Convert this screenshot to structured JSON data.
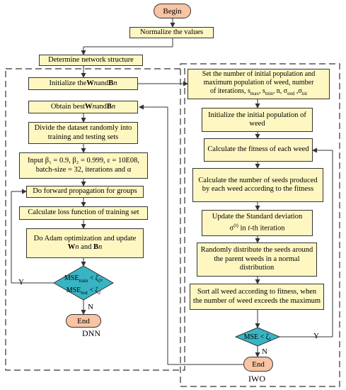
{
  "begin": "Begin",
  "normalize": "Normalize the values",
  "determine": "Determine network structure",
  "dnn": {
    "label": "DNN",
    "init": [
      "Initialize the ",
      "W",
      "n",
      " and ",
      "B",
      "n"
    ],
    "best": [
      "Obtain best ",
      "W",
      "n",
      " and ",
      "B",
      "n"
    ],
    "divide": "Divide the dataset randomly into training and testing sets",
    "input_line1": "Input β₁ = 0.9, β₂ = 0.999, ε = 10E08,",
    "input_line2": "batch-size = 32, iterations and α",
    "forward": "Do forward propagation for groups",
    "loss": "Calculate loss function of training set",
    "adam_line1": "Do Adam optimization and update",
    "adam_line2": [
      "W",
      "n",
      " and ",
      "B",
      "n"
    ],
    "cond_line1": [
      "MSE",
      "train",
      " < ζ",
      "2",
      ","
    ],
    "cond_line2": [
      "MSE",
      "test",
      " < ζ",
      "2"
    ],
    "yes": "Y",
    "no": "N",
    "end": "End"
  },
  "iwo": {
    "label": "IWO",
    "set_line1": "Set the number of initial population and",
    "set_line2": "maximum population of weed, number",
    "set_line3": [
      "of iterations, s",
      "max",
      ", s",
      "min",
      ", n, σ",
      "end",
      " ,σ",
      "ini"
    ],
    "init_pop": "Initialize the initial population of weed",
    "fitness": "Calculate the fitness of each weed",
    "seeds": "Calculate the number of seeds produced by each weed according to the fitness",
    "std_line1": "Update the Standard deviation",
    "std_line2": [
      "σ",
      "(t)",
      " in ",
      "t",
      "-th iteration"
    ],
    "distribute": "Randomly distribute the seeds around the parent weeds in a normal distribution",
    "sort": "Sort all weed according to fitness, when the number of weed exceeds the maximum",
    "cond": [
      "MSE < ζ",
      "1"
    ],
    "yes": "Y",
    "no": "N",
    "end": "End"
  },
  "colors": {
    "box": "#fff7c2",
    "terminal": "#f7c4a4",
    "decision": "#38b4c3",
    "line": "#333333"
  }
}
